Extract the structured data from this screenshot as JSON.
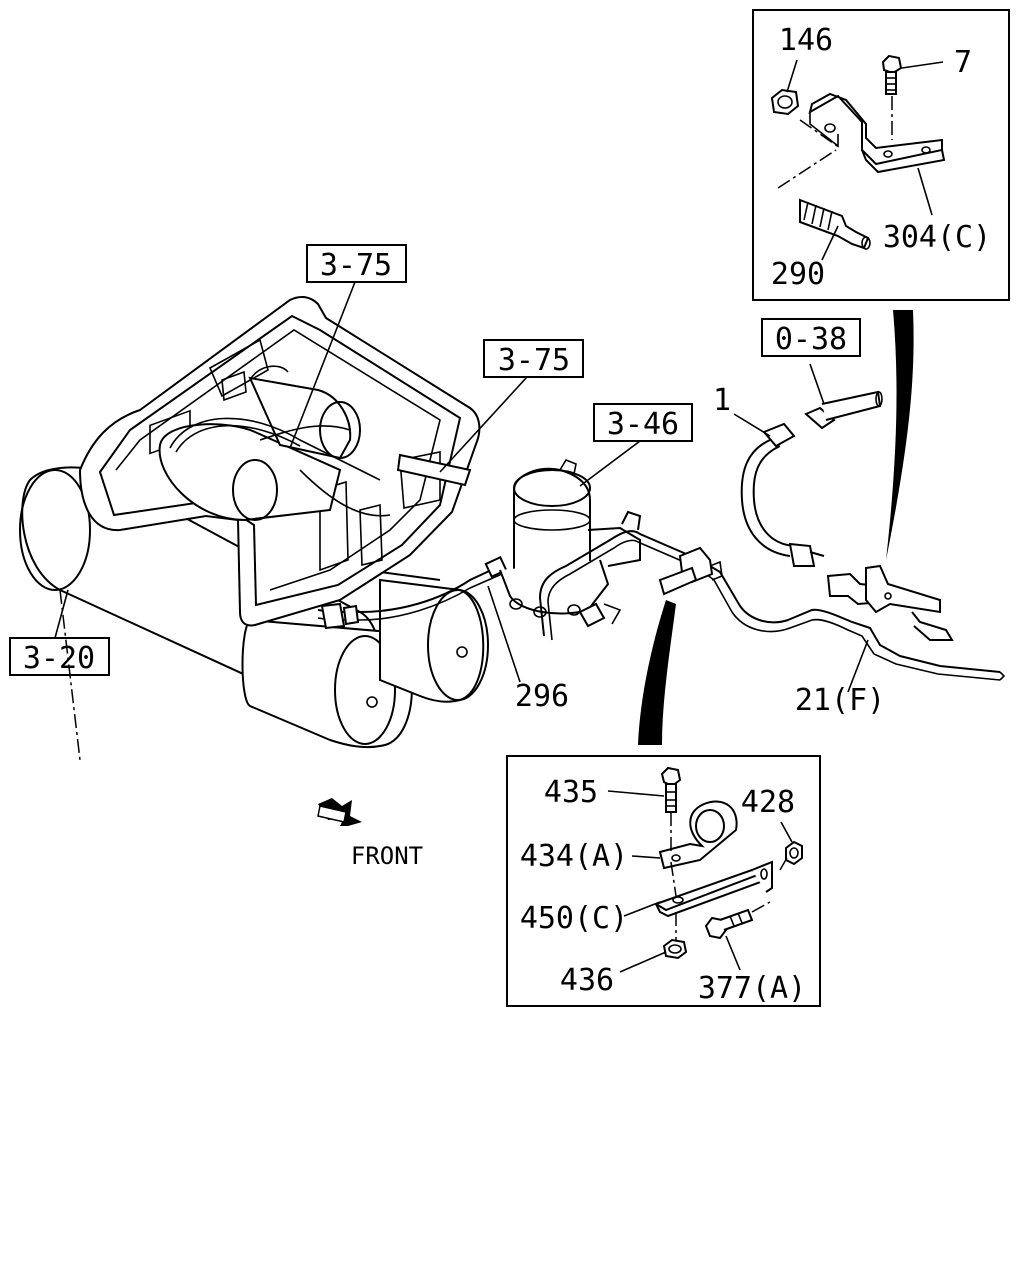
{
  "reference_boxes": {
    "ref_3_75_a": "3-75",
    "ref_3_75_b": "3-75",
    "ref_3_46": "3-46",
    "ref_0_38": "0-38",
    "ref_3_20": "3-20"
  },
  "part_labels": {
    "p146": "146",
    "p7": "7",
    "p304c": "304(C)",
    "p290": "290",
    "p1": "1",
    "p296": "296",
    "p21f": "21(F)",
    "p435": "435",
    "p428": "428",
    "p434a": "434(A)",
    "p450c": "450(C)",
    "p436": "436",
    "p377a": "377(A)"
  },
  "direction": {
    "front_label": "FRONT",
    "arrow_icon": "front-arrow-icon"
  }
}
